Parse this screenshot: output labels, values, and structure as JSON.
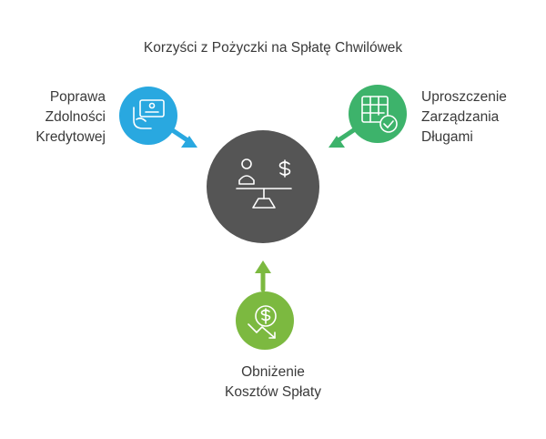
{
  "title": "Korzyści z Pożyczki na Spłatę Chwilówek",
  "center": {
    "icon": "scale-person-dollar-icon",
    "color": "#555555"
  },
  "nodes": [
    {
      "id": "credit",
      "lines": [
        "Poprawa",
        "Zdolności",
        "Kredytowej"
      ],
      "icon": "hand-card-icon",
      "color": "#29A8E0"
    },
    {
      "id": "debt",
      "lines": [
        "Uproszczenie",
        "Zarządzania",
        "Długami"
      ],
      "icon": "table-check-icon",
      "color": "#3DB36B"
    },
    {
      "id": "cost",
      "lines": [
        "Obniżenie",
        "Kosztów Spłaty"
      ],
      "icon": "dollar-down-arrow-icon",
      "color": "#7CB940"
    }
  ]
}
